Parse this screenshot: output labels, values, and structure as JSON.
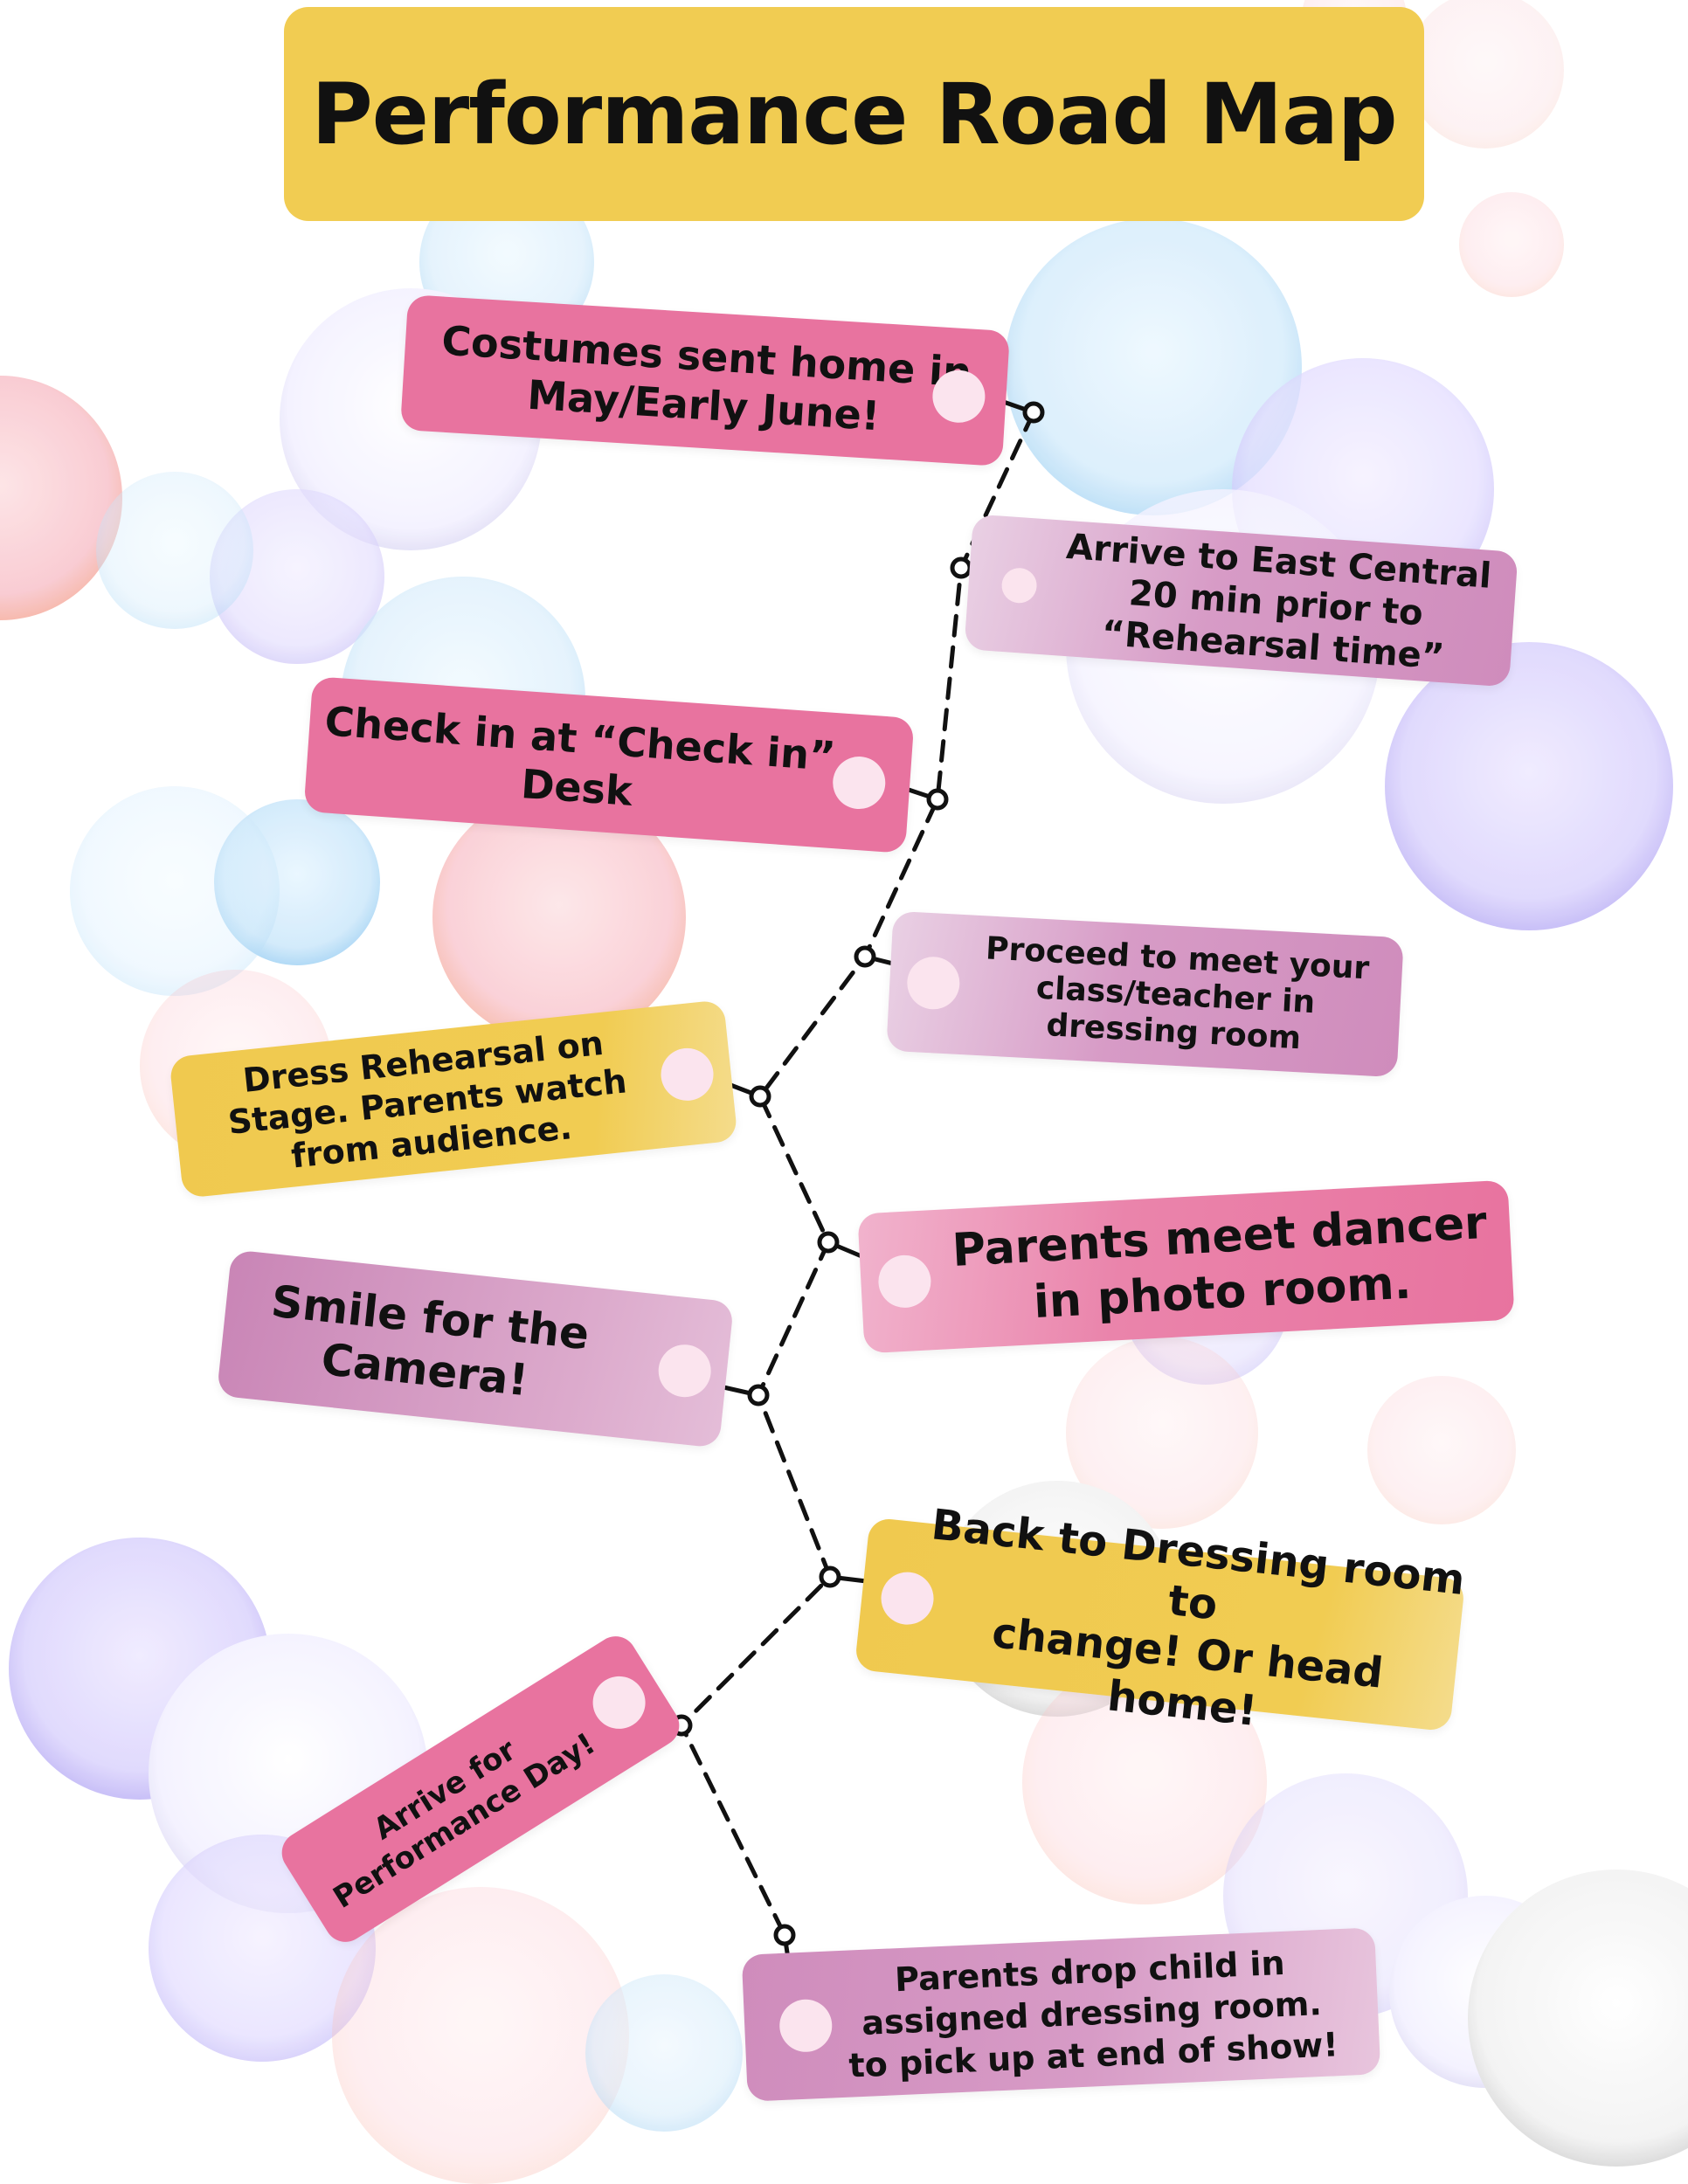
{
  "title": "Performance Road Map",
  "colors": {
    "title_bg": "#f1cc52",
    "pink": "#e8739f",
    "orchid": "#d79bc6",
    "gold": "#f1cc52",
    "route_line": "#111111",
    "dot": "#fbe4ee"
  },
  "steps": [
    {
      "text": "Costumes sent home in\nMay/Early June!"
    },
    {
      "text": "Arrive to East Central\n20 min prior to\n“Rehearsal time”"
    },
    {
      "text": "Check in at “Check in”\nDesk"
    },
    {
      "text": "Proceed to meet your\nclass/teacher in\ndressing room"
    },
    {
      "text": "Dress Rehearsal on\nStage. Parents watch\nfrom audience."
    },
    {
      "text": "Parents meet dancer\nin photo room."
    },
    {
      "text": "Smile for the\nCamera!"
    },
    {
      "text": "Back to Dressing room to\nchange! Or head home!"
    },
    {
      "text": "Arrive for\nPerformance Day!"
    },
    {
      "text": "Parents drop child in\nassigned dressing room.\nto pick up at end of show!"
    }
  ]
}
